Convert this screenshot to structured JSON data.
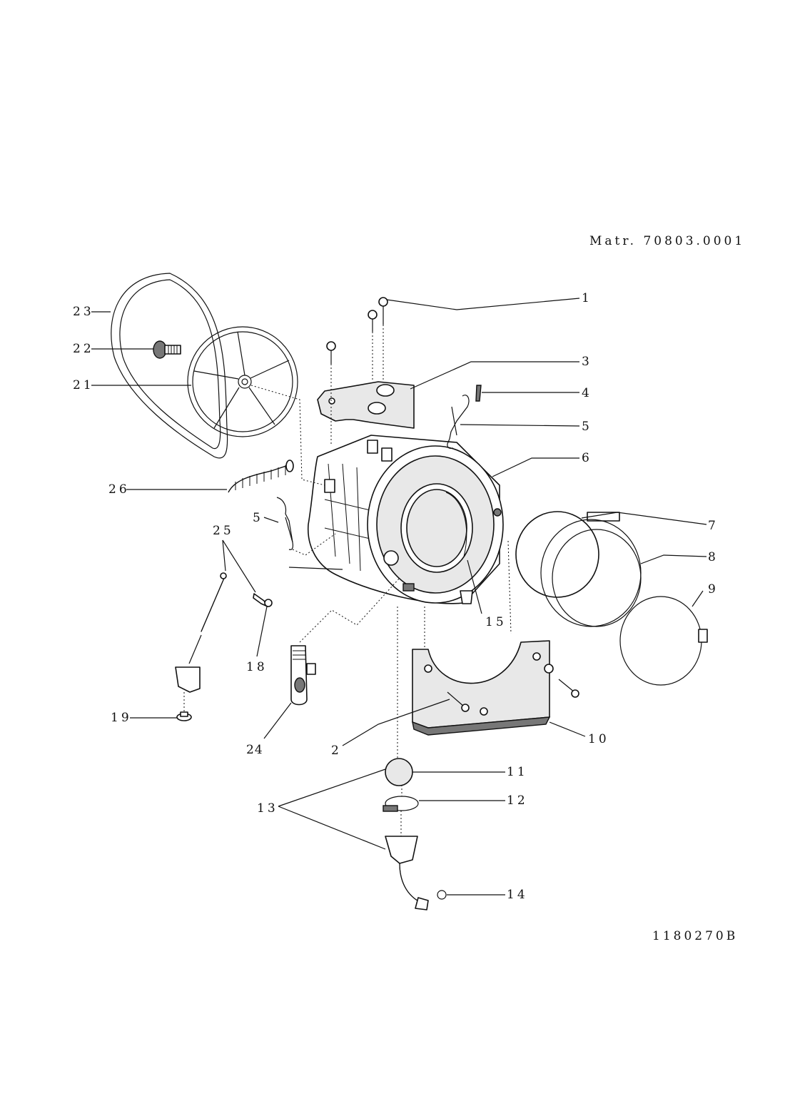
{
  "header": {
    "matr": "Matr. 70803.0001"
  },
  "footer": {
    "drawing_code": "1180270B"
  },
  "callouts": {
    "c1": "1",
    "c2": "2",
    "c3": "3",
    "c4": "4",
    "c5a": "5",
    "c5b": "5",
    "c6": "6",
    "c7": "7",
    "c8": "8",
    "c9": "9",
    "c10": "10",
    "c11": "11",
    "c12": "12",
    "c13": "13",
    "c14": "14",
    "c15": "15",
    "c18": "18",
    "c19": "19",
    "c21": "21",
    "c22": "22",
    "c23": "23",
    "c24": "24",
    "c25": "25",
    "c26": "26"
  }
}
